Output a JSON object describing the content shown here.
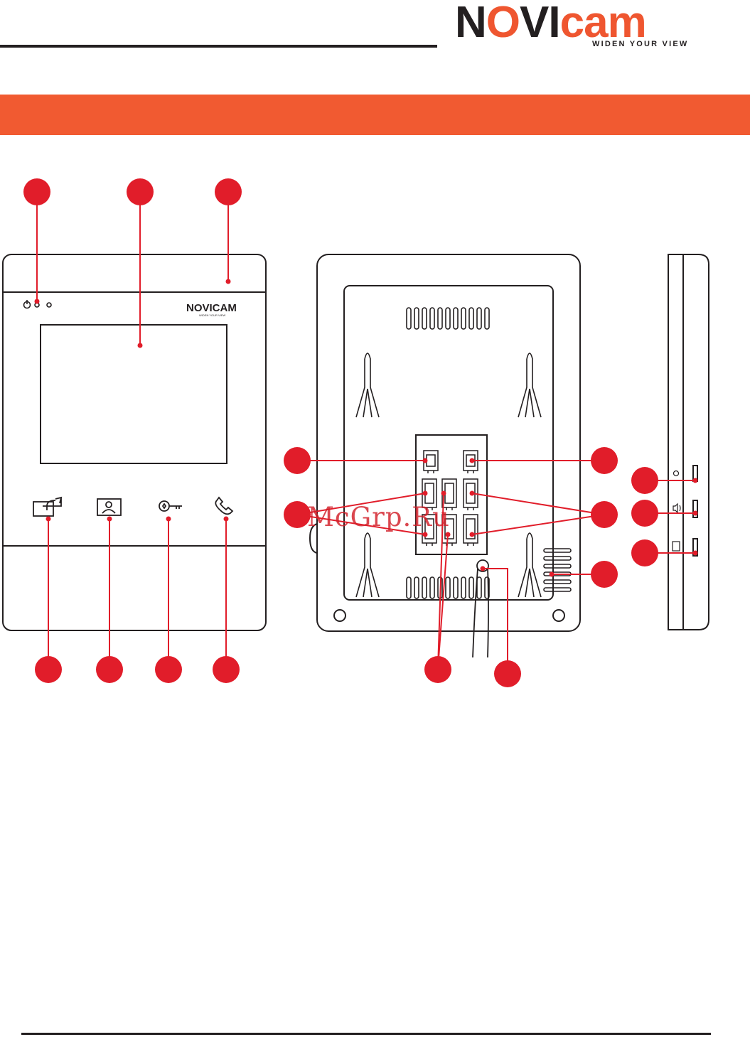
{
  "brand": {
    "logo_text": "NOVICAM",
    "logo_tagline": "WIDEN YOUR VIEW",
    "accent_color": "#f15a31",
    "marker_color": "#e11d2a"
  },
  "watermark": "McGrp.Ru",
  "diagram": {
    "views": [
      "front-view",
      "back-view",
      "side-view"
    ],
    "front_buttons": [
      "intercom-transfer-icon",
      "monitor-icon",
      "door-key-icon",
      "phone-handset-icon"
    ],
    "callout_count": 17
  }
}
